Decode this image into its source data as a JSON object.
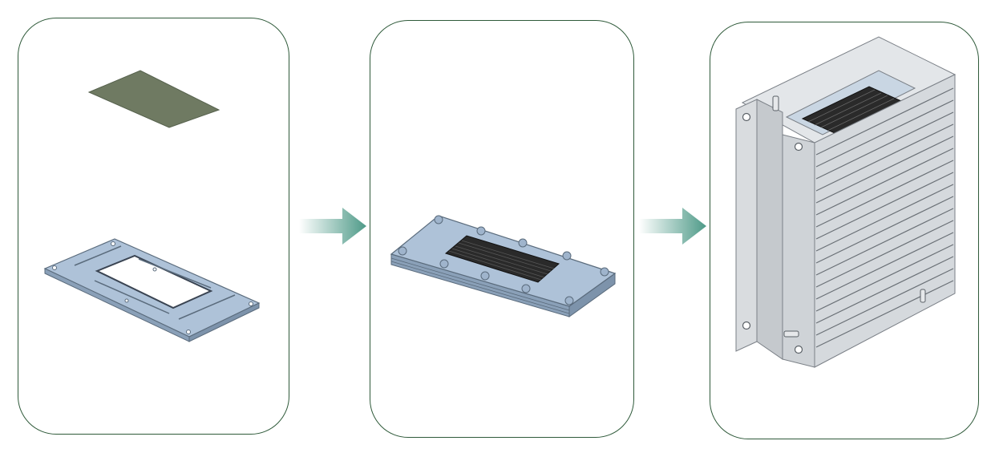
{
  "figure": {
    "panels": [
      {
        "content": "membrane-and-frame-exploded"
      },
      {
        "content": "single-cell-assembly"
      },
      {
        "content": "stacked-module"
      }
    ],
    "arrows": 2,
    "colors": {
      "panel_border": "#2f5a3a",
      "arrow": "#4e9a88",
      "part_blue": "#aec2d8",
      "part_edge": "#5a6b7c",
      "membrane": "#6f7a62",
      "housing_grey": "#d9dcdf",
      "mesh_dark": "#2a2a2a"
    }
  }
}
